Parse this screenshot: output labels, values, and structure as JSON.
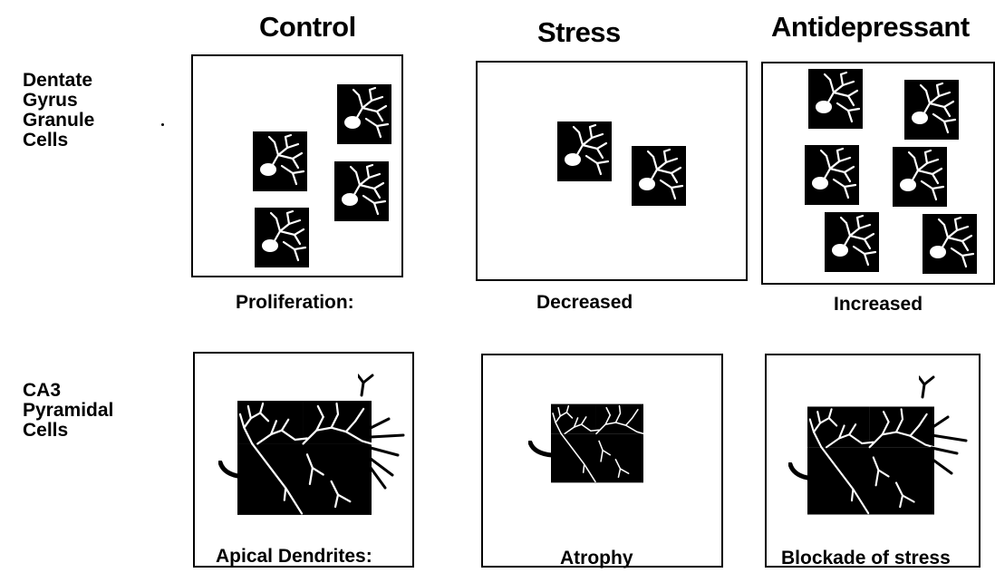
{
  "headers": {
    "control": "Control",
    "stress": "Stress",
    "antidepressant": "Antidepressant"
  },
  "rows": {
    "dentate": {
      "label_lines": [
        "Dentate",
        "Gyrus",
        "Granule",
        "Cells"
      ]
    },
    "ca3": {
      "label_lines": [
        "CA3",
        "Pyramidal",
        "Cells"
      ]
    }
  },
  "captions": {
    "proliferation": "Proliferation:",
    "decreased": "Decreased",
    "increased": "Increased",
    "apical": "Apical Dendrites:",
    "atrophy": "Atrophy",
    "blockade": "Blockade of stress"
  },
  "icons": {
    "granule": "granule-cell-icon",
    "pyramidal": "pyramidal-neuron-icon"
  },
  "colors": {
    "ink": "#000000",
    "paper": "#ffffff"
  }
}
